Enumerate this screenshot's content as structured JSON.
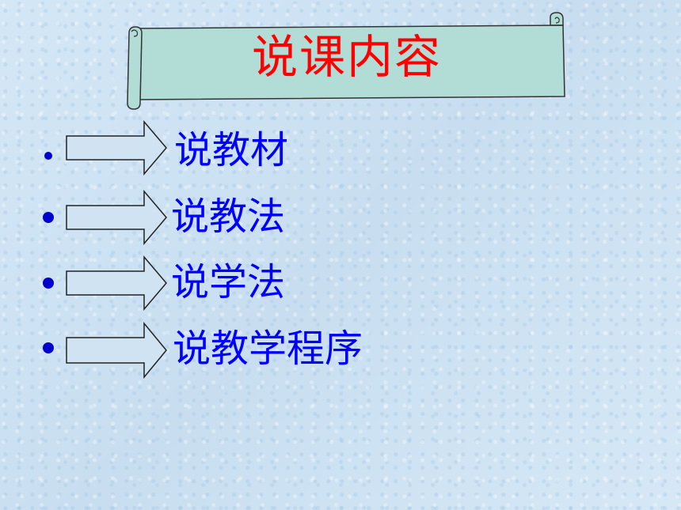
{
  "slide": {
    "title": "说课内容",
    "items": [
      {
        "label": "说教材"
      },
      {
        "label": "说教法"
      },
      {
        "label": "说学法"
      },
      {
        "label": "说教学程序"
      }
    ]
  },
  "colors": {
    "title": "#ff0000",
    "item_text": "#0000ff",
    "bullet": "#0000cc",
    "banner_fill": "#b2dcd6",
    "background": "#cfe3f3"
  },
  "icons": {
    "banner": "scroll-banner-shape",
    "bullet": "bullet-dot",
    "arrow": "right-arrow-outline"
  }
}
